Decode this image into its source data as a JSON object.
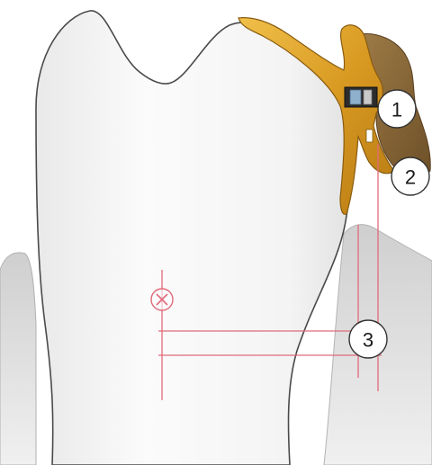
{
  "diagram": {
    "callouts": [
      {
        "id": "1",
        "label": "1"
      },
      {
        "id": "2",
        "label": "2"
      },
      {
        "id": "3",
        "label": "3"
      }
    ],
    "colors": {
      "tooth_outline": "#4a4a4a",
      "tooth_fill": "#f6f6f6",
      "gum": "#d9d9d9",
      "appliance_gold": "#d9a12a",
      "appliance_shadow": "#a8741a",
      "veneer_brown": "#8a6a3a",
      "measure_line": "#e06a7a",
      "pin": "#8fb0cc"
    }
  }
}
